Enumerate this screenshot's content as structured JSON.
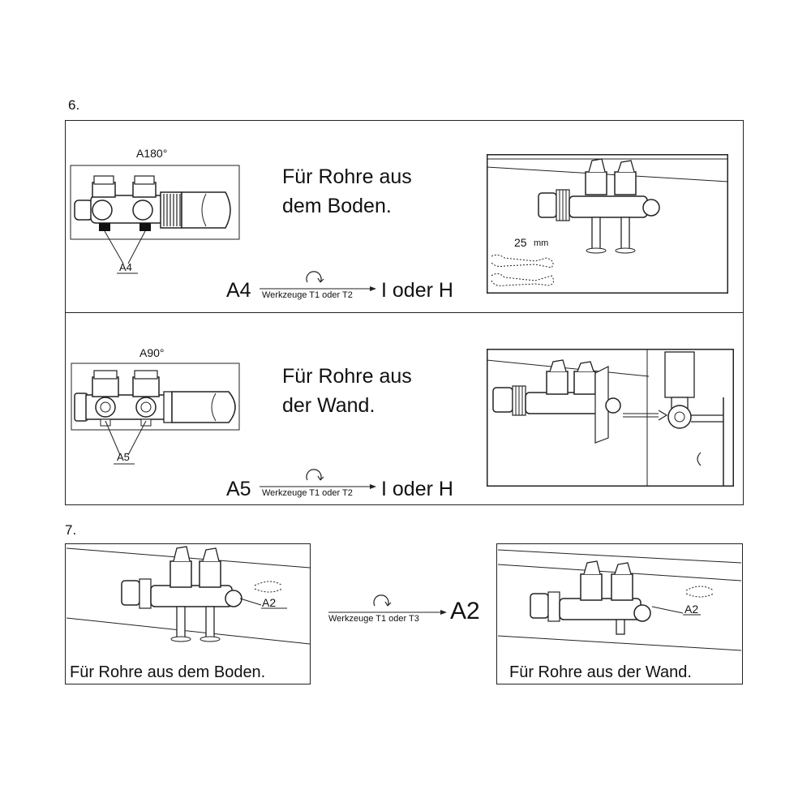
{
  "step6": {
    "number": "6.",
    "panel_floor": {
      "angle_label": "A180°",
      "callout_label": "A4",
      "heading_line1": "Für Rohre aus",
      "heading_line2": "dem Boden.",
      "formula_part": "A4",
      "tools_label": "Werkzeuge T1 oder T2",
      "formula_result": "I oder H",
      "wrench_size": "25",
      "wrench_unit": "mm"
    },
    "panel_wall": {
      "angle_label": "A90°",
      "callout_label": "A5",
      "heading_line1": "Für Rohre aus",
      "heading_line2": "der Wand.",
      "formula_part": "A5",
      "tools_label": "Werkzeuge T1 oder T2",
      "formula_result": "I oder H"
    }
  },
  "step7": {
    "number": "7.",
    "left_panel": {
      "callout_label": "A2",
      "caption": "Für Rohre aus dem Boden."
    },
    "tools_label": "Werkzeuge T1 oder T3",
    "formula_result": "A2",
    "right_panel": {
      "callout_label": "A2",
      "caption": "Für Rohre aus der Wand."
    }
  },
  "icons": [
    "rotate-arrow-icon",
    "wrench-icon",
    "arrow-right-icon"
  ],
  "colors": {
    "line": "#222222",
    "background": "#ffffff"
  }
}
